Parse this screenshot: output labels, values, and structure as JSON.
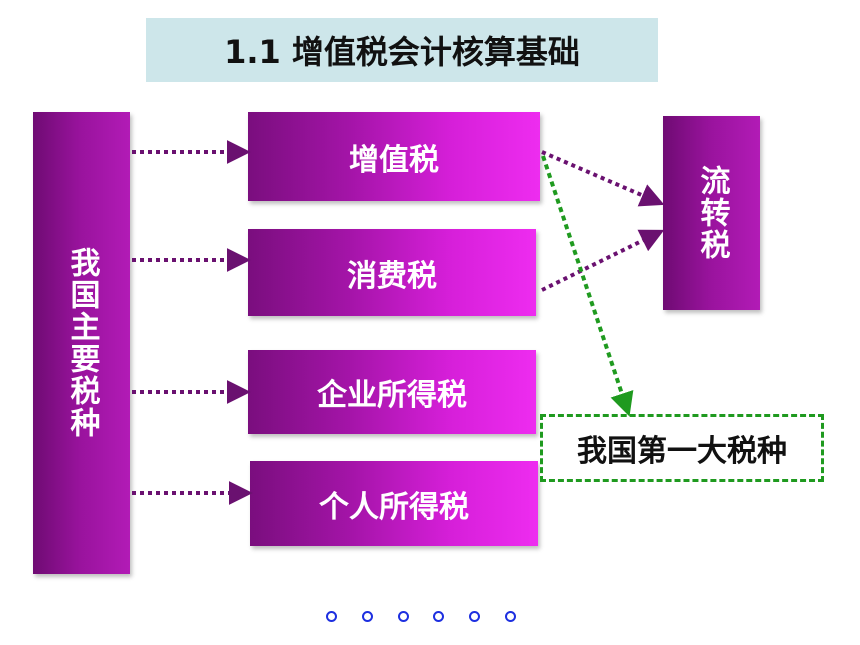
{
  "title": "1.1 增值税会计核算基础",
  "left_label": "我国主要税种",
  "taxes": [
    {
      "label": "增值税"
    },
    {
      "label": "消费税"
    },
    {
      "label": "企业所得税"
    },
    {
      "label": "个人所得税"
    }
  ],
  "turnover_tax_label": "流转税",
  "callout_label": "我国第一大税种",
  "ellipsis": [
    "。",
    "。",
    "。",
    "。",
    "。",
    "。"
  ],
  "colors": {
    "purple_dark": "#7a0e7e",
    "magenta": "#ee2cf0",
    "arrow_purple": "#6a1170",
    "arrow_green": "#1f9a1f",
    "title_bg": "#cde6ea",
    "dot_blue": "#1d2fe0"
  }
}
